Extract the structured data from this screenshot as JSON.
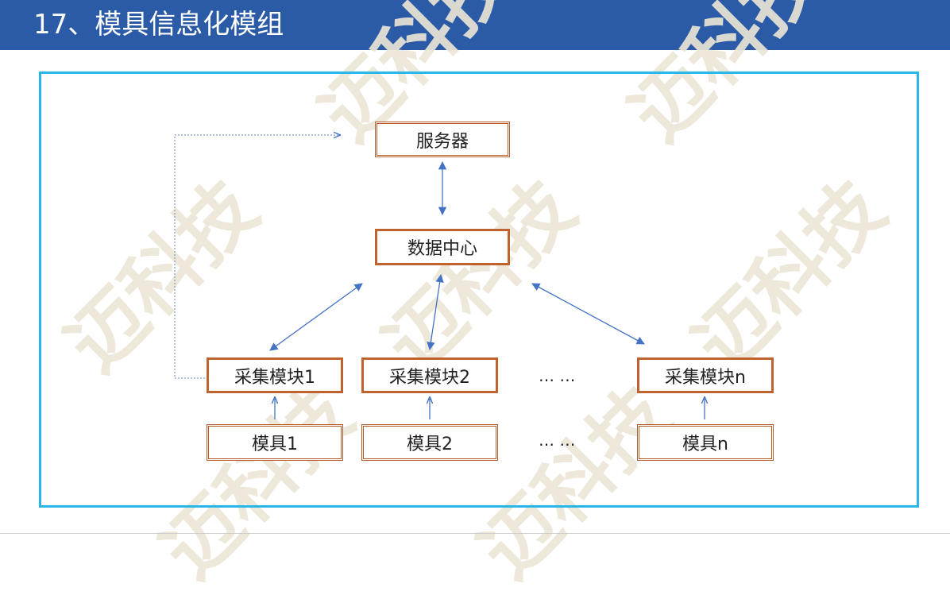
{
  "header": {
    "title": "17、模具信息化模组"
  },
  "watermark": {
    "text": "迈科技"
  },
  "diagram": {
    "server": "服务器",
    "data_center": "数据中心",
    "collectors": [
      "采集模块1",
      "采集模块2",
      "采集模块n"
    ],
    "molds": [
      "模具1",
      "模具2",
      "模具n"
    ],
    "ellipsis": "… …"
  },
  "colors": {
    "header_bg": "#2b5aa6",
    "frame_border": "#29b6e8",
    "node_border": "#b55a2b",
    "arrow": "#4472c4"
  }
}
